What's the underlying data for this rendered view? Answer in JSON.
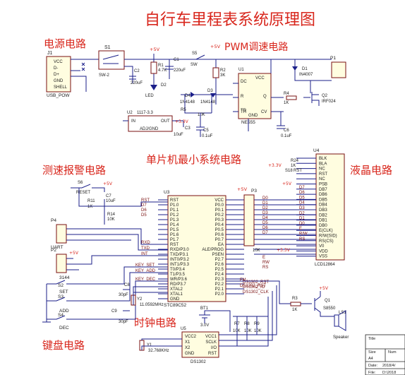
{
  "title": "自行车里程表系统原理图",
  "sections": {
    "power": "电源电路",
    "pwm": "PWM调速电路",
    "mcu": "单片机最小系统电路",
    "speed_alarm": "测速报警电路",
    "lcd": "液晶电路",
    "clock": "时钟电路",
    "keypad": "键盘电路"
  },
  "components": {
    "J1": "J1",
    "USB_POW": "USB_POW",
    "J1_pins": [
      "VCC",
      "D-",
      "D+",
      "GND",
      "SHELL"
    ],
    "S1": "S1",
    "SW2": "SW-2",
    "C2": "C2",
    "C2_val": "220uF",
    "plus5v": "+5V",
    "plus33v": "+3.3V",
    "R1": "R1",
    "R1_val": "4.7K",
    "C1": "C1",
    "C1_val": "220uF",
    "D2": "D2",
    "LED": "LED",
    "U2": "U2",
    "U2_val": "1117-3.3",
    "U2_in": "IN",
    "U2_out": "OUT",
    "U2_adj": "ADJ/GND",
    "C3": "C3",
    "C3_val": "10uF",
    "S5": "S5",
    "SW": "SW",
    "R2": "R2",
    "R2_val": "3K",
    "D4": "D4",
    "D4_val": "1N4148",
    "D3": "D3",
    "D3_val": "1N4148",
    "R5": "R5",
    "R5_val": "10K",
    "U1": "U1",
    "NE555": "NE555",
    "U1_pins": [
      "DC",
      "VCC",
      "R",
      "TR",
      "Q",
      "TH",
      "GND",
      "CV"
    ],
    "C5": "C5",
    "C5_val": "0.1uF",
    "C6": "C6",
    "C6_val": "0.1uF",
    "D1": "D1",
    "D1_val": "IN4007",
    "P1": "P1",
    "R4": "R4",
    "R4_val": "1K",
    "Q2": "Q2",
    "Q2_val": "IRF024",
    "U3": "U3",
    "U3_val": "STC89C52",
    "U3_left": [
      "RST",
      "P1.0",
      "P1.1",
      "P1.2",
      "P1.3",
      "P1.4",
      "P1.5",
      "P1.6",
      "P1.7",
      "RST",
      "RXD/P3.0",
      "TXD/P3.1",
      "INT0/P3.2",
      "INT1/P3.3",
      "T0/P3.4",
      "T1/P3.5",
      "WR/P3.6",
      "RD/P3.7",
      "XTAL2",
      "XTAL1",
      "GND"
    ],
    "U3_right": [
      "VCC",
      "P0.0",
      "P0.1",
      "P0.2",
      "P0.3",
      "P0.4",
      "P0.5",
      "P0.6",
      "P0.7",
      "EA",
      "ALE/PROG",
      "PSEN",
      "P2.7",
      "P2.6",
      "P2.5",
      "P2.4",
      "P2.3",
      "P2.2",
      "P2.1",
      "P2.0"
    ],
    "U3_lnets": [
      "RST",
      "D7",
      "D6",
      "D5"
    ],
    "U3_rnets": [
      "D0",
      "D1",
      "D2",
      "D3",
      "D4",
      "D5",
      "D6",
      "D7",
      "",
      "",
      "",
      "",
      "E",
      "RW",
      "RS",
      "",
      "",
      "DS1302_RST",
      "DS1302_IO",
      "DS1302_CLK"
    ],
    "P3": "P3",
    "P3_val": "10K",
    "U4": "U4",
    "U4_val": "LCD12864",
    "U4_pins": [
      "BLK",
      "BLA",
      "NC",
      "RST",
      "NC",
      "PSB",
      "DB7",
      "DB6",
      "DB5",
      "DB4",
      "DB3",
      "DB2",
      "DB1",
      "DB0",
      "E(CLK)",
      "R/W(SID)",
      "RS(CS)",
      "V0",
      "VDD",
      "VSS"
    ],
    "R24": "R24",
    "R24_val": "1K",
    "S18": "S18",
    "RST": "RST",
    "U4_nets": [
      "",
      "",
      "",
      "",
      "",
      "",
      "D7",
      "D6",
      "D5",
      "D4",
      "D3",
      "D2",
      "D1",
      "D0",
      "E",
      "R/W",
      "RS",
      "",
      "",
      ""
    ],
    "S6": "S6",
    "RESET": "RESET",
    "C7": "C7",
    "C7_val": "10uF",
    "R11": "R11",
    "R11_val": "1K",
    "R14": "R14",
    "R14_val": "10K",
    "P4": "P4",
    "UART": "UART",
    "RXD": "RXD",
    "TXD": "TXD",
    "INT": "INT",
    "P2": "P2",
    "P2_val": "3144",
    "KEY_SET": "KEY_SET",
    "KEY_ADD": "KEY_ADD",
    "KEY_DEC": "KEY_DEC",
    "S2": "S2",
    "SET": "SET",
    "S3": "S3",
    "ADD": "ADD",
    "S4": "S4",
    "DEC": "DEC",
    "C8": "C8",
    "C8_val": "30pF",
    "C9": "C9",
    "C9_val": "30pF",
    "Y2": "Y2",
    "Y2_val": "11.0592MHz",
    "FM": "FM",
    "R3": "R3",
    "R3_val": "1K",
    "Q1": "Q1",
    "Q1_val": "S8550",
    "LS1": "LS1",
    "Speaker": "Speaker",
    "BT1": "BT1",
    "BT1_val": "3.0V",
    "U5": "U5",
    "U5_val": "DS1302",
    "U5_pins": [
      "VCC2",
      "X1",
      "X2",
      "GND",
      "VCC1",
      "SCLK",
      "I/O",
      "RST"
    ],
    "R7": "R7",
    "R8": "R8",
    "R9": "R9",
    "R_val": "10K",
    "Y1": "Y1",
    "Y1_val": "32.768KHz"
  },
  "title_block": {
    "title": "Title",
    "size": "Size",
    "size_val": "A4",
    "num": "Num",
    "date": "Date:",
    "date_val": "2018/4/",
    "file": "File:",
    "file_val": "D:\\2018"
  }
}
